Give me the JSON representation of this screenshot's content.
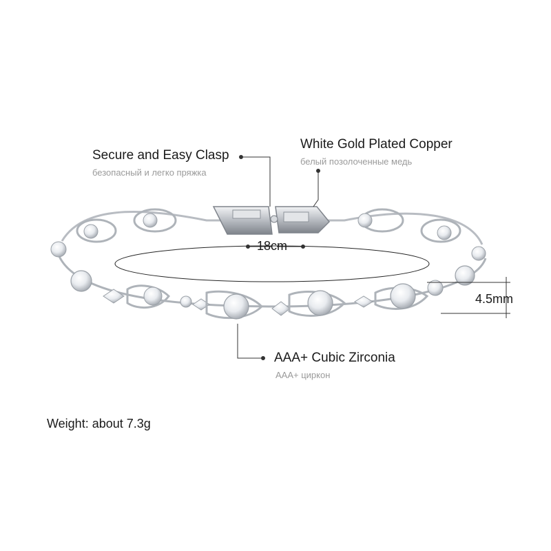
{
  "annotations": {
    "clasp": {
      "title": "Secure and Easy Clasp",
      "subtitle": "безопасный и легко пряжка"
    },
    "material": {
      "title": "White Gold Plated Copper",
      "subtitle": "белый позолоченные медь"
    },
    "length": {
      "value": "18cm"
    },
    "width": {
      "value": "4.5mm"
    },
    "stone": {
      "title": "AAA+ Cubic Zirconia",
      "subtitle": "AAA+ циркон"
    },
    "weight": {
      "text": "Weight: about 7.3g"
    }
  },
  "colors": {
    "background": "#ffffff",
    "text": "#1a1a1a",
    "subtext": "#9a9a9a",
    "metal": "#c9ccd1",
    "metal_dark": "#8e939a",
    "stone": "#f4f6f8"
  }
}
